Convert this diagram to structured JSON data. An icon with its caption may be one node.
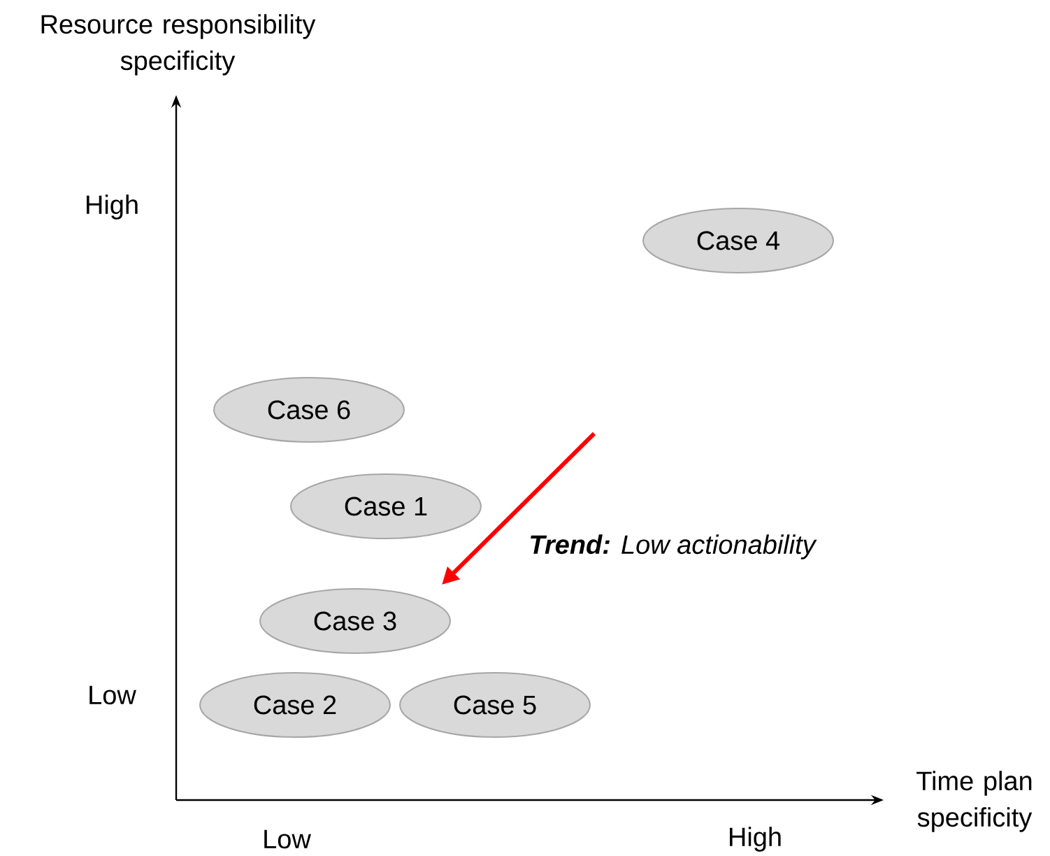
{
  "diagram": {
    "nodes": [
      {
        "text": [
          "Case 4"
        ]
      },
      {
        "text": [
          "Case 6"
        ]
      },
      {
        "text": [
          "Case 1"
        ]
      },
      {
        "text": [
          "Case 3"
        ]
      },
      {
        "text": [
          "Case 2"
        ]
      },
      {
        "text": [
          "Case 5"
        ]
      }
    ],
    "labels": [
      "Resource responsibility specificity",
      "High",
      "**Trend:** Low actionability",
      "Low",
      "Time plan specificity",
      "Low",
      "High"
    ]
  }
}
